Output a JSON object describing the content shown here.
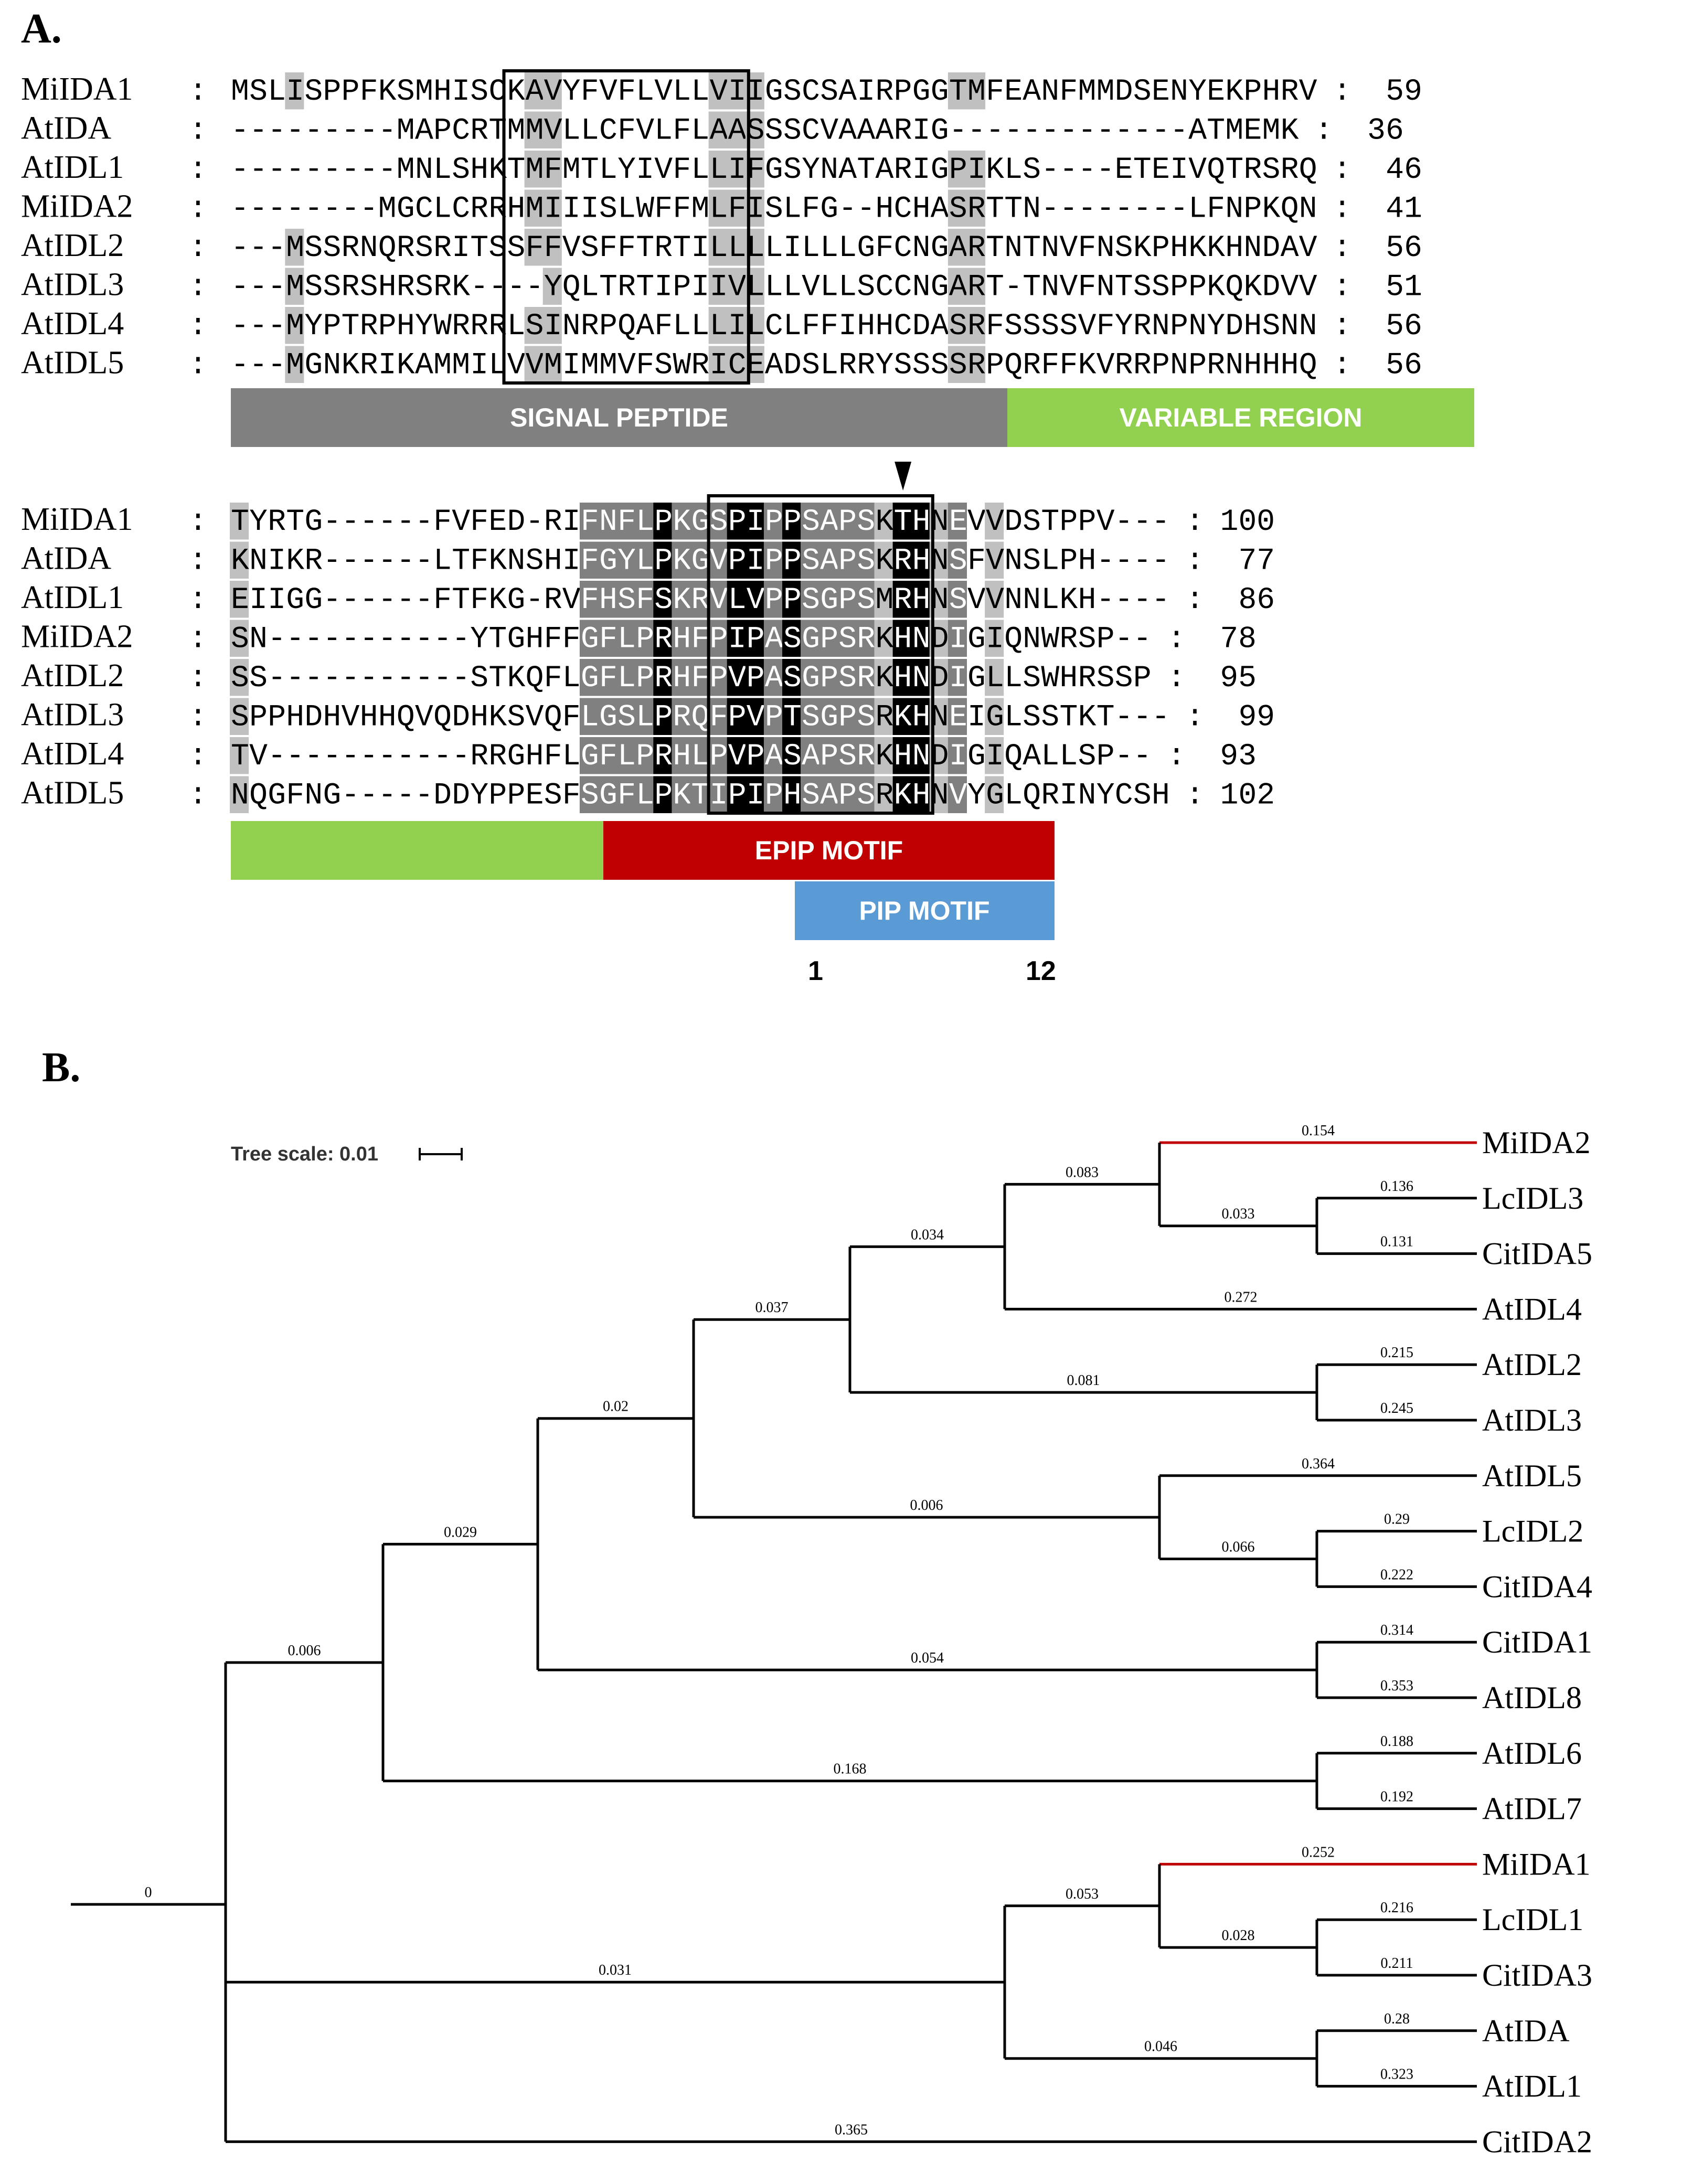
{
  "panel_a": {
    "label": "A.",
    "block1": {
      "rows": [
        {
          "name": "MiIDA1",
          "seq": "MSLISPPFKSMHISCKAVYFVFLVLLVIIGSCSAIRPGGTMFEANFMMDSENYEKPHRV",
          "end": "59"
        },
        {
          "name": "AtIDA",
          "seq": "---------MAPCRTMMVLLCFVLFLAASSSCVAAARIG-------------ATMEMK",
          "end": "36"
        },
        {
          "name": "AtIDL1",
          "seq": "---------MNLSHKTMFMTLYIVFLLIFGSYNATARIGPIKLS----ETEIVQTRSRQ",
          "end": "46"
        },
        {
          "name": "MiIDA2",
          "seq": "--------MGCLCRRHMIIISLWFFMLFISLFG--HCHASRTTN--------LFNPKQN",
          "end": "41"
        },
        {
          "name": "AtIDL2",
          "seq": "---MSSRNQRSRITSSFFVSFFTRTILLLLILLLGFCNGARTNTNVFNSKPHKKHNDAV",
          "end": "56"
        },
        {
          "name": "AtIDL3",
          "seq": "---MSSRSHRSRK----YQLTRTIPIIVLLLVLLSCCNGART-TNVFNTSSPPKQKDVV",
          "end": "51"
        },
        {
          "name": "AtIDL4",
          "seq": "---MYPTRPHYWRRRLSINRPQAFLLLILCLFFIHHCDASRFSSSSVFYRNPNYDHSNN",
          "end": "56"
        },
        {
          "name": "AtIDL5",
          "seq": "---MGNKRIKAMMILVVMIMMVFSWRICEADSLRRYSSSSRPQRFFKVRRPNPRNHHHQ",
          "end": "56"
        }
      ],
      "bars": [
        {
          "label": "SIGNAL PEPTIDE",
          "color": "#808080"
        },
        {
          "label": "VARIABLE REGION",
          "color": "#92d050"
        }
      ]
    },
    "block2": {
      "rows": [
        {
          "name": "MiIDA1",
          "seq": "TYRTG------FVFED-RIFNFLPKGSPIPPSAPSKTHNEVVDSTPPV---",
          "end": "100"
        },
        {
          "name": "AtIDA",
          "seq": "KNIKR------LTFKNSHIFGYLPKGVPIPPSAPSKRHNSFVNSLPH----",
          "end": "77"
        },
        {
          "name": "AtIDL1",
          "seq": "EIIGG------FTFKG-RVFHSFSKRVLVPPSGPSMRHNSVVNNLKH----",
          "end": "86"
        },
        {
          "name": "MiIDA2",
          "seq": "SN-----------YTGHFFGFLPRHFPIPASGPSRKHNDIGIQNWRSP--",
          "end": "78"
        },
        {
          "name": "AtIDL2",
          "seq": "SS-----------STKQFLGFLPRHFPVPASGPSRKHNDIGLLSWHRSSP",
          "end": "95"
        },
        {
          "name": "AtIDL3",
          "seq": "SPPHDHVHHQVQDHKSVQFLGSLPRQFPVPTSGPSRKHNEIGLSSTKT---",
          "end": "99"
        },
        {
          "name": "AtIDL4",
          "seq": "TV-----------RRGHFLGFLPRHLPVPASAPSRKHNDIGIQALLSP--",
          "end": "93"
        },
        {
          "name": "AtIDL5",
          "seq": "NQGFNG-----DDYPPESFSGFLPKTIPIPHSAPSRKHNVYGLQRINYCSH",
          "end": "102"
        }
      ],
      "bars": [
        {
          "label": "EPIP MOTIF",
          "color": "#c00000"
        },
        {
          "label": "PIP MOTIF",
          "color": "#5b9bd5"
        }
      ],
      "pip_start": "1",
      "pip_end": "12"
    }
  },
  "panel_b": {
    "label": "B.",
    "tree_scale": "Tree scale: 0.01",
    "highlight_color": "#c00000",
    "leaves": [
      {
        "name": "MiIDA2",
        "len": "0.154",
        "highlight": true
      },
      {
        "name": "LcIDL3",
        "len": "0.136"
      },
      {
        "name": "CitIDA5",
        "len": "0.131"
      },
      {
        "name": "AtIDL4",
        "len": "0.272"
      },
      {
        "name": "AtIDL2",
        "len": "0.215"
      },
      {
        "name": "AtIDL3",
        "len": "0.245"
      },
      {
        "name": "AtIDL5",
        "len": "0.364"
      },
      {
        "name": "LcIDL2",
        "len": "0.29"
      },
      {
        "name": "CitIDA4",
        "len": "0.222"
      },
      {
        "name": "CitIDA1",
        "len": "0.314"
      },
      {
        "name": "AtIDL8",
        "len": "0.353"
      },
      {
        "name": "AtIDL6",
        "len": "0.188"
      },
      {
        "name": "AtIDL7",
        "len": "0.192"
      },
      {
        "name": "MiIDA1",
        "len": "0.252",
        "highlight": true
      },
      {
        "name": "LcIDL1",
        "len": "0.216"
      },
      {
        "name": "CitIDA3",
        "len": "0.211"
      },
      {
        "name": "AtIDA",
        "len": "0.28"
      },
      {
        "name": "AtIDL1",
        "len": "0.323"
      },
      {
        "name": "CitIDA2",
        "len": "0.365"
      }
    ],
    "internal_lengths": [
      "0",
      "0.006",
      "0.029",
      "0.02",
      "0.037",
      "0.034",
      "0.083",
      "0.033",
      "0.081",
      "0.006",
      "0.066",
      "0.054",
      "0.168",
      "0.031",
      "0.053",
      "0.028",
      "0.046"
    ]
  }
}
